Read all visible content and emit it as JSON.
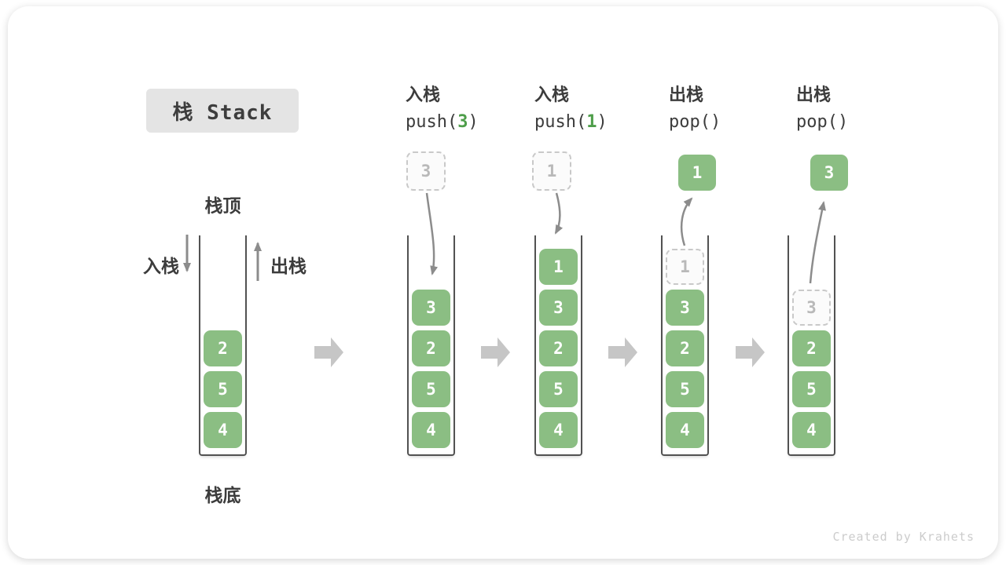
{
  "title": "栈 Stack",
  "stack_labels": {
    "top": "栈顶",
    "bottom": "栈底",
    "push_side": "入栈",
    "pop_side": "出栈"
  },
  "operations": [
    {
      "name": "入栈",
      "code": {
        "prefix": "push(",
        "arg": "3",
        "suffix": ")"
      }
    },
    {
      "name": "入栈",
      "code": {
        "prefix": "push(",
        "arg": "1",
        "suffix": ")"
      }
    },
    {
      "name": "出栈",
      "code": {
        "prefix": "pop(",
        "arg": "",
        "suffix": ")"
      }
    },
    {
      "name": "出栈",
      "code": {
        "prefix": "pop(",
        "arg": "",
        "suffix": ")"
      }
    }
  ],
  "stacks": [
    {
      "cells": [
        {
          "v": "2"
        },
        {
          "v": "5"
        },
        {
          "v": "4"
        }
      ]
    },
    {
      "above": {
        "v": "3",
        "style": "dashed"
      },
      "cells": [
        {
          "v": "3"
        },
        {
          "v": "2"
        },
        {
          "v": "5"
        },
        {
          "v": "4"
        }
      ]
    },
    {
      "above": {
        "v": "1",
        "style": "dashed"
      },
      "cells": [
        {
          "v": "1"
        },
        {
          "v": "3"
        },
        {
          "v": "2"
        },
        {
          "v": "5"
        },
        {
          "v": "4"
        }
      ]
    },
    {
      "above": {
        "v": "1",
        "style": "solid"
      },
      "cells": [
        {
          "v": "1",
          "style": "dashed"
        },
        {
          "v": "3"
        },
        {
          "v": "2"
        },
        {
          "v": "5"
        },
        {
          "v": "4"
        }
      ]
    },
    {
      "above": {
        "v": "3",
        "style": "solid"
      },
      "cells": [
        {
          "v": "3",
          "style": "dashed"
        },
        {
          "v": "2"
        },
        {
          "v": "5"
        },
        {
          "v": "4"
        }
      ]
    }
  ],
  "footer": "Created by Krahets",
  "colors": {
    "cell_green": "#8bbe83",
    "code_arg_green": "#4e9e4a",
    "flow_arrow_gray": "#8c8c8c",
    "step_arrow_gray": "#c6c6c6",
    "title_bg": "#e4e4e4",
    "dashed_border": "#c9c9c9",
    "text_dark": "#3c3c3c",
    "ghost_text": "#b9b9b9",
    "footer_gray": "#cccccc"
  }
}
